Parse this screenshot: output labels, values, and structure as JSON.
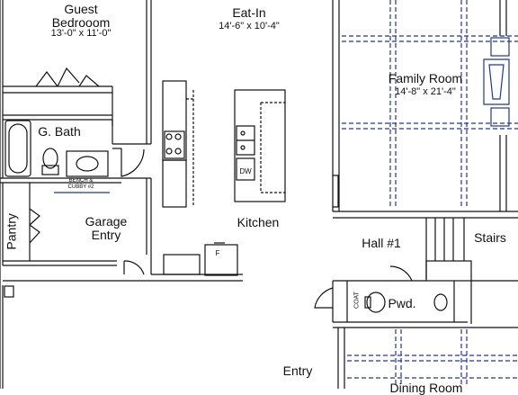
{
  "rooms": {
    "guest_bedroom": {
      "name_line1": "Guest",
      "name_line2": "Bedrooom",
      "dims": "13'-0\" x 11'-0\""
    },
    "eat_in": {
      "name": "Eat-In",
      "dims": "14'-6\" x 10'-4\""
    },
    "family_room": {
      "name": "Family Room",
      "dims": "14'-8\" x 21'-4\""
    },
    "g_bath": {
      "name": "G. Bath"
    },
    "pantry": {
      "name": "Pantry"
    },
    "garage_entry": {
      "name_line1": "Garage",
      "name_line2": "Entry"
    },
    "kitchen": {
      "name": "Kitchen"
    },
    "hall": {
      "name": "Hall #1"
    },
    "stairs": {
      "name": "Stairs"
    },
    "pwd": {
      "name": "Pwd."
    },
    "entry": {
      "name": "Entry"
    },
    "dining_room": {
      "name": "Dining Room"
    }
  },
  "fixtures": {
    "bench_line1": "BENCH &",
    "bench_line2": "CUBBY #2",
    "dishwasher": "DW",
    "fridge": "F",
    "coat": "COAT"
  }
}
